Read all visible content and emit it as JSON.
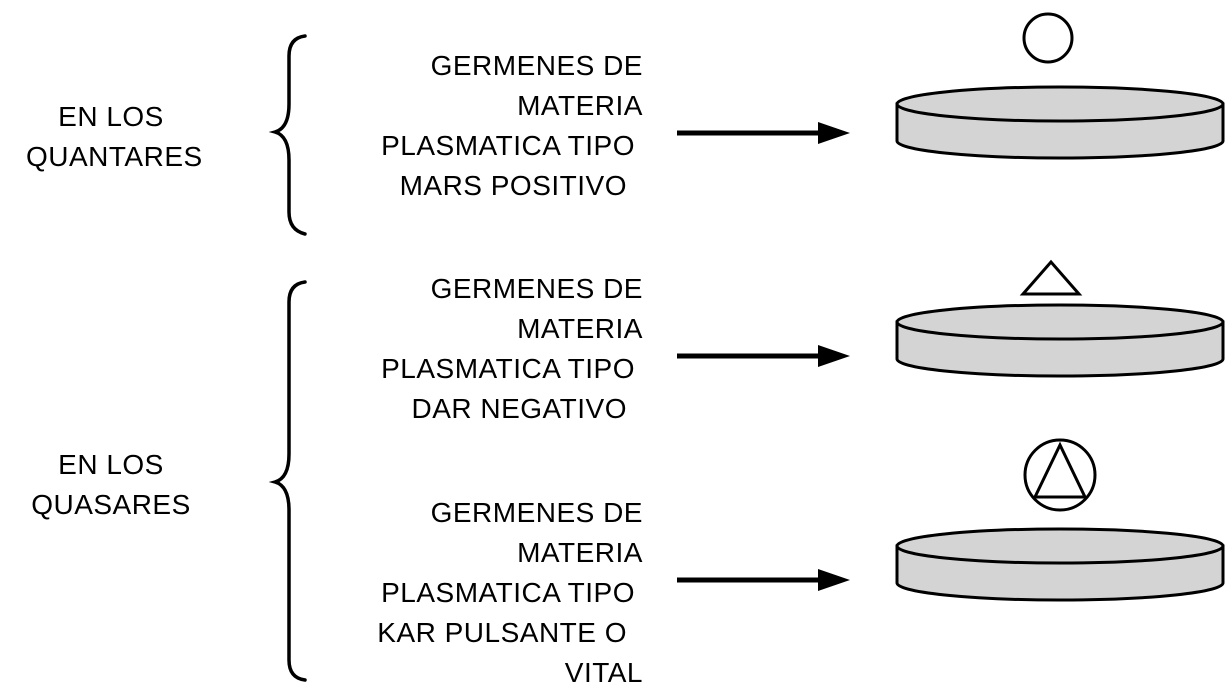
{
  "groups": [
    {
      "label_lines": [
        "EN LOS",
        "QUANTARES"
      ],
      "items": [
        {
          "text_lines": [
            "GERMENES DE",
            "MATERIA",
            "PLASMATICA TIPO",
            "MARS POSITIVO"
          ],
          "symbol": "circle-icon"
        }
      ]
    },
    {
      "label_lines": [
        "EN LOS",
        "QUASARES"
      ],
      "items": [
        {
          "text_lines": [
            "GERMENES DE",
            "MATERIA",
            "PLASMATICA TIPO",
            "DAR NEGATIVO"
          ],
          "symbol": "triangle-icon"
        },
        {
          "text_lines": [
            "GERMENES DE",
            "MATERIA",
            "PLASMATICA TIPO",
            "KAR PULSANTE O",
            "VITAL"
          ],
          "symbol": "triangle-in-circle-icon"
        }
      ]
    }
  ],
  "colors": {
    "stroke": "#000000",
    "disk_fill": "#d4d4d4",
    "background": "#ffffff"
  }
}
